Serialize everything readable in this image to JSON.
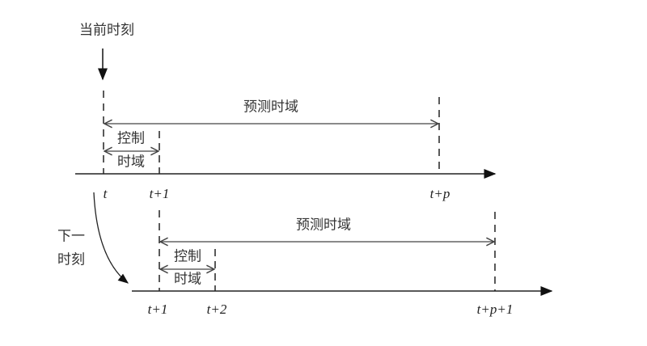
{
  "current_time_label": "当前时刻",
  "next_time_label_line1": "下一",
  "next_time_label_line2": "时刻",
  "row1": {
    "prediction_horizon_label": "预测时域",
    "control_horizon_line1": "控制",
    "control_horizon_line2": "时域",
    "ticks": [
      "t",
      "t+1",
      "t+p"
    ]
  },
  "row2": {
    "prediction_horizon_label": "预测时域",
    "control_horizon_line1": "控制",
    "control_horizon_line2": "时域",
    "ticks": [
      "t+1",
      "t+2",
      "t+p+1"
    ]
  }
}
